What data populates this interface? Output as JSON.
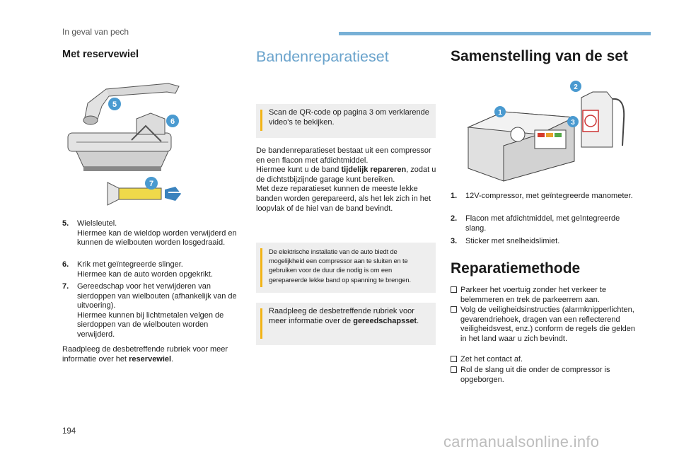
{
  "header": {
    "section": "In geval van pech"
  },
  "col1": {
    "title": "Met reservewiel",
    "items": [
      {
        "num": "5.",
        "text": "Wielsleutel.\nHiermee kan de wieldop worden verwijderd en kunnen de wielbouten worden losgedraaid."
      },
      {
        "num": "6.",
        "text": "Krik met geïntegreerde slinger.\nHiermee kan de auto worden opgekrikt."
      },
      {
        "num": "7.",
        "text": "Gereedschap voor het verwijderen van sierdoppen van wielbouten (afhankelijk van de uitvoering).\nHiermee kunnen bij lichtmetalen velgen de sierdoppen van de wielbouten worden verwijderd."
      }
    ],
    "footer_pre": "Raadpleeg de desbetreffende rubriek voor meer informatie over het ",
    "footer_bold": "reservewiel",
    "footer_post": ".",
    "badges": [
      "5",
      "6",
      "7"
    ]
  },
  "col2": {
    "title": "Bandenreparatieset",
    "box1": "Scan de QR-code op pagina 3 om verklarende video's te bekijken.",
    "para_pre": "De bandenreparatieset bestaat uit een compressor en een flacon met afdichtmiddel.\nHiermee kunt u de band ",
    "para_bold": "tijdelijk repareren",
    "para_post": ", zodat u de dichtstbijzijnde garage kunt bereiken.\nMet deze reparatieset kunnen de meeste lekke banden worden gerepareerd, als het lek zich in het loopvlak of de hiel van de band bevindt.",
    "box2": "De elektrische installatie van de auto biedt de mogelijkheid een compressor aan te sluiten en te gebruiken voor de duur die nodig is om een gerepareerde lekke band op spanning te brengen.",
    "box3_pre": "Raadpleeg de desbetreffende rubriek voor meer informatie over de ",
    "box3_bold": "gereedschapsset",
    "box3_post": "."
  },
  "col3": {
    "title": "Samenstelling van de set",
    "badges": [
      "1",
      "2",
      "3"
    ],
    "items": [
      {
        "num": "1.",
        "text": "12V-compressor, met geïntegreerde manometer."
      },
      {
        "num": "2.",
        "text": "Flacon met afdichtmiddel, met geïntegreerde slang."
      },
      {
        "num": "3.",
        "text": "Sticker met snelheidslimiet."
      }
    ],
    "method_title": "Reparatiemethode",
    "bullets": [
      "Parkeer het voertuig zonder het verkeer te belemmeren en trek de parkeerrem aan.",
      "Volg de veiligheidsinstructies (alarmknipperlichten, gevarendriehoek, dragen van een reflecterend veiligheidsvest, enz.) conform de regels die gelden in het land waar u zich bevindt.",
      "Zet het contact af.",
      "Rol de slang uit die onder de compressor is opgeborgen."
    ]
  },
  "page": {
    "number": "194"
  },
  "watermark": "carmanualsonline.info"
}
